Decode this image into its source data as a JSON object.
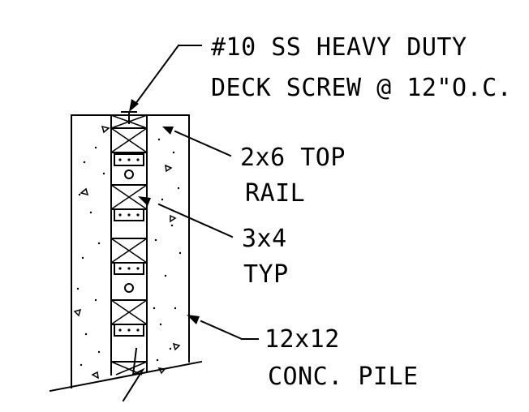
{
  "callouts": {
    "screw": {
      "line1": "#10 SS HEAVY DUTY",
      "line2": "DECK SCREW @ 12\"O.C."
    },
    "top_rail": {
      "line1": "2x6 TOP",
      "line2": "RAIL"
    },
    "member": {
      "line1": "3x4",
      "line2": "TYP"
    },
    "pile": {
      "line1": "12x12",
      "line2": "CONC. PILE"
    }
  }
}
